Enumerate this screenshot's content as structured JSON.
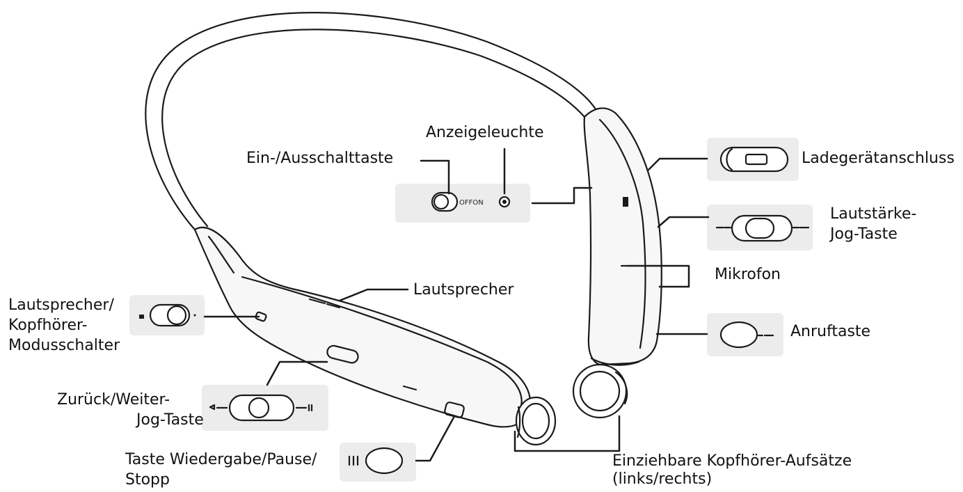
{
  "labels": {
    "indicator_light": "Anzeigeleuchte",
    "power_button": "Ein-/Ausschalttaste",
    "charger_port": "Ladegerätanschluss",
    "volume_jog_1": "Lautstärke-",
    "volume_jog_2": "Jog-Taste",
    "microphone": "Mikrofon",
    "call_button": "Anruftaste",
    "speaker": "Lautsprecher",
    "speaker_mode_1": "Lautsprecher/",
    "speaker_mode_2": "Kopfhörer-",
    "speaker_mode_3": "Modusschalter",
    "prev_next_jog_1": "Zurück/Weiter-",
    "prev_next_jog_2": "Jog-Taste",
    "play_pause_1": "Taste Wiedergabe/Pause/",
    "play_pause_2": "Stopp",
    "earbuds_1": "Einziehbare Kopfhörer-Aufsätze",
    "earbuds_2": "(links/rechts)"
  },
  "switch_text": "OFFON",
  "colors": {
    "outline": "#1a1a1a",
    "inset_panel": "#ececec",
    "device_body": "#f7f7f7"
  }
}
